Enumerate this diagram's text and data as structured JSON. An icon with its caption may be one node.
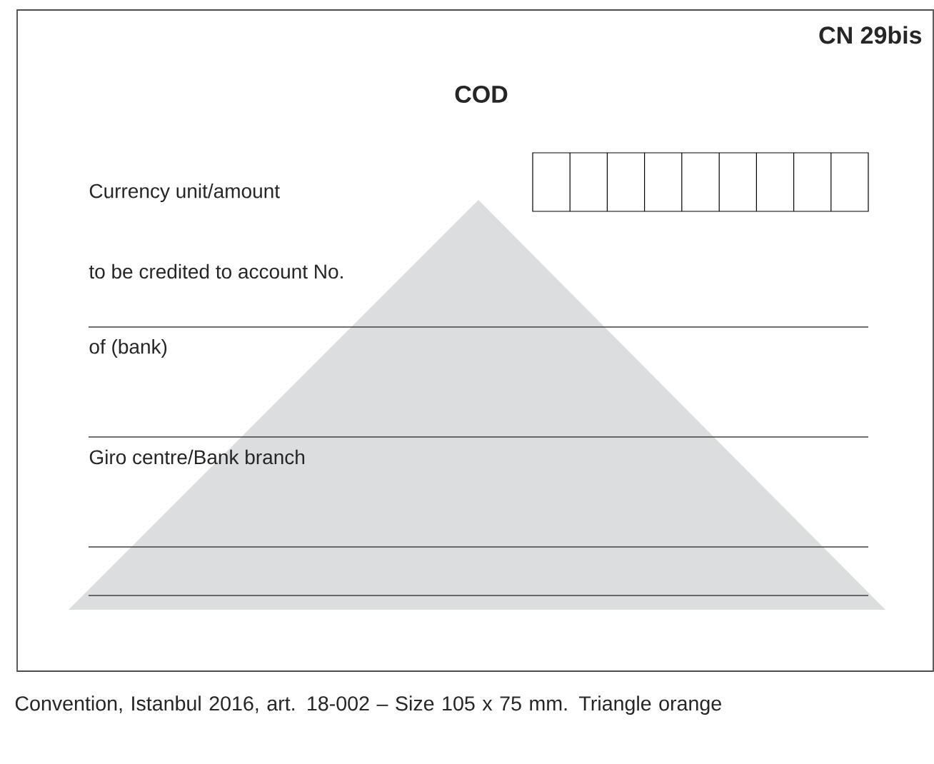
{
  "diagram": {
    "title": "COD",
    "labels": [
      "CN 29bis",
      "Currency unit/amount",
      "to be credited to account No.",
      "of (bank)",
      "Giro centre/Bank branch"
    ],
    "caption": "Convention, Istanbul 2016, art. 18-002 – Size 105 x 75 mm. Triangle orange"
  }
}
